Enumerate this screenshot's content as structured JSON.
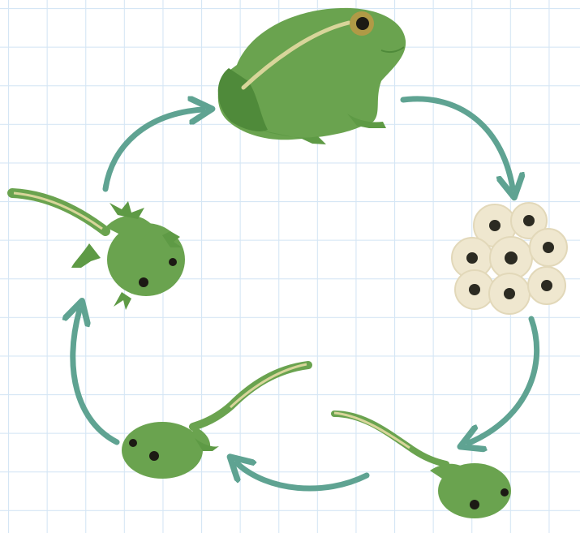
{
  "diagram": {
    "stages": [
      {
        "id": "adult-frog",
        "order": 1
      },
      {
        "id": "frogspawn-eggs",
        "order": 2
      },
      {
        "id": "tadpole-young",
        "order": 3
      },
      {
        "id": "tadpole-with-hind-legs",
        "order": 4
      },
      {
        "id": "froglet",
        "order": 5
      }
    ],
    "cycle_direction": "clockwise",
    "arrow_count": 5
  },
  "colors": {
    "grid_background": "#ffffff",
    "grid_lines": "#d5e6f5",
    "arrow": "#5fa392",
    "frog_green": "#6aa34f",
    "frog_dark": "#4f8a3a",
    "frog_stripe": "#d8d59a",
    "egg_jelly": "#efe7cf",
    "egg_yolk": "#2c2b22",
    "eye": "#1c1a14"
  },
  "icons": {
    "arrow": "curved-arrow-icon",
    "frog": "frog-illustration",
    "eggs": "frogspawn-illustration",
    "tadpole": "tadpole-illustration",
    "froglet": "froglet-illustration"
  }
}
